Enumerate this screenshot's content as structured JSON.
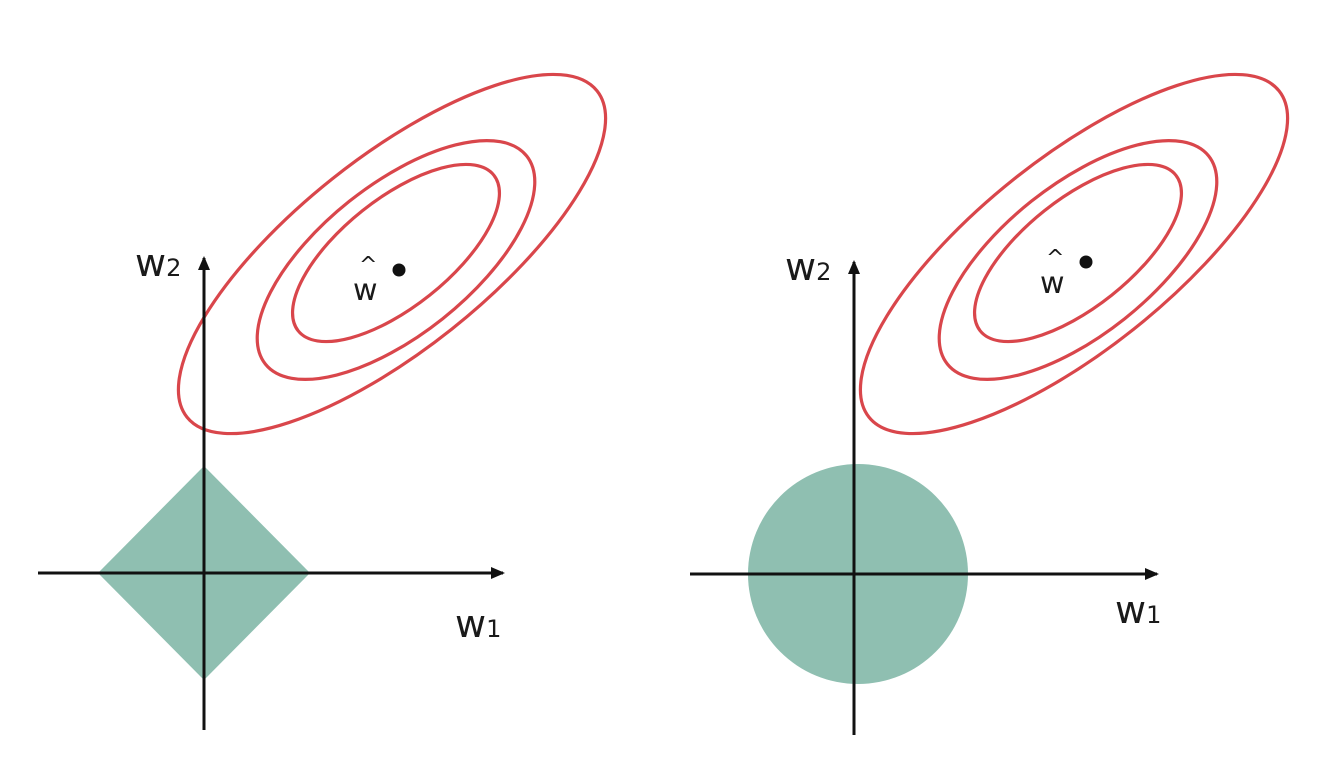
{
  "panels": [
    {
      "constraint": "diamond",
      "x_axis_label": "w",
      "x_axis_subscript": "1",
      "y_axis_label": "w",
      "y_axis_subscript": "2",
      "estimate_label": "w",
      "estimate_hat": "^"
    },
    {
      "constraint": "circle",
      "x_axis_label": "w",
      "x_axis_subscript": "1",
      "y_axis_label": "w",
      "y_axis_subscript": "2",
      "estimate_label": "w",
      "estimate_hat": "^"
    }
  ],
  "colors": {
    "contour": "#d9464b",
    "constraint_fill": "#8fbfb1",
    "axis": "#111111",
    "point": "#111111"
  }
}
